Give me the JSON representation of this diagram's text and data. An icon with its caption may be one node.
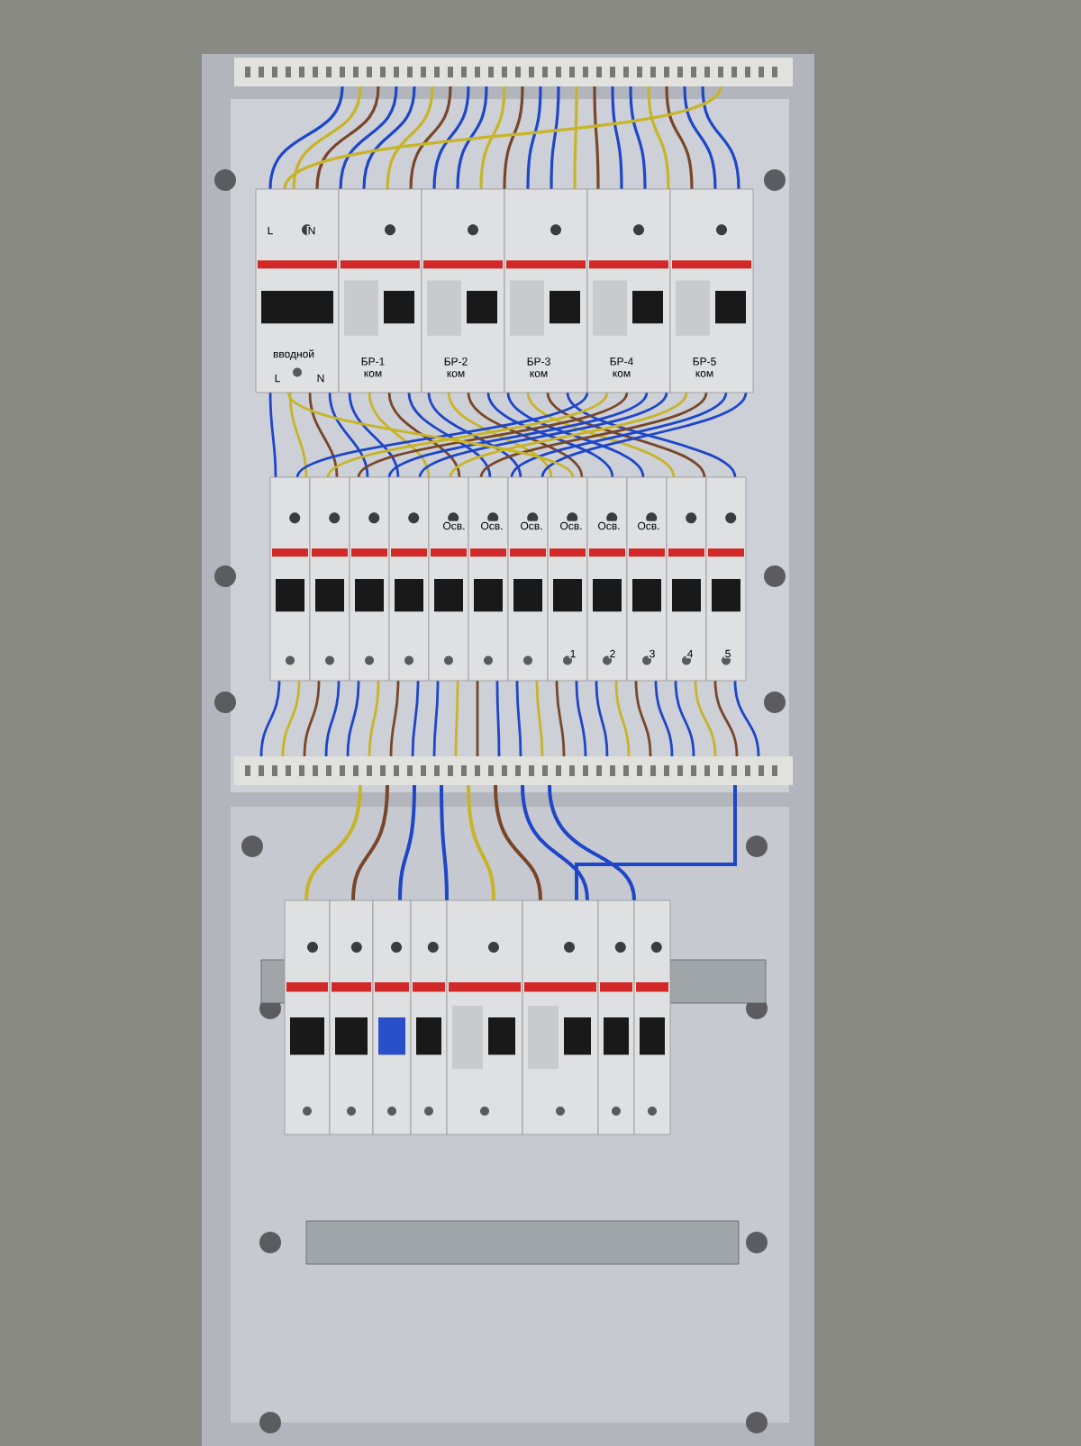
{
  "diagram": {
    "labels": [
      "L",
      "N",
      "вводной",
      "L",
      "N",
      "БР-1 ком",
      "БР-2 ком",
      "БР-3 ком",
      "БР-4 ком",
      "БР-5 ком",
      "Осв.",
      "Осв.",
      "Осв.",
      "Осв.",
      "Осв.",
      "Осв.",
      "1",
      "2",
      "3",
      "4",
      "5"
    ]
  }
}
